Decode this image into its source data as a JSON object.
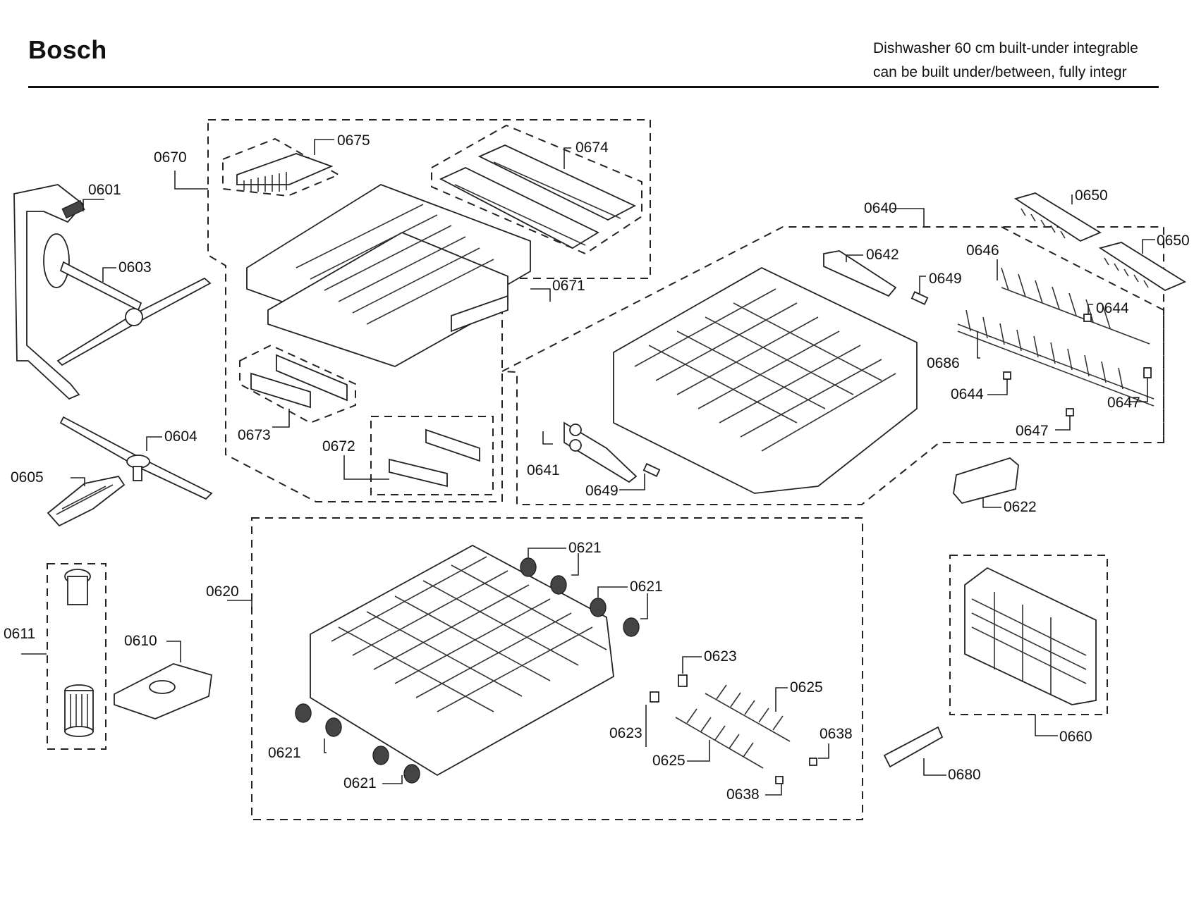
{
  "header": {
    "brand": "Bosch",
    "desc_line1": "Dishwasher 60 cm built-under integrable",
    "desc_line2": "can be built under/between, fully integr"
  },
  "labels": {
    "p0601": "0601",
    "p0603": "0603",
    "p0604": "0604",
    "p0605": "0605",
    "p0610": "0610",
    "p0611": "0611",
    "p0620": "0620",
    "p0621a": "0621",
    "p0621b": "0621",
    "p0621c": "0621",
    "p0621d": "0621",
    "p0622": "0622",
    "p0623a": "0623",
    "p0623b": "0623",
    "p0625a": "0625",
    "p0625b": "0625",
    "p0638a": "0638",
    "p0638b": "0638",
    "p0640": "0640",
    "p0641": "0641",
    "p0642": "0642",
    "p0644a": "0644",
    "p0644b": "0644",
    "p0646": "0646",
    "p0647a": "0647",
    "p0647b": "0647",
    "p0649a": "0649",
    "p0649b": "0649",
    "p0650a": "0650",
    "p0650b": "0650",
    "p0660": "0660",
    "p0670": "0670",
    "p0671": "0671",
    "p0672": "0672",
    "p0673": "0673",
    "p0674": "0674",
    "p0675": "0675",
    "p0680": "0680",
    "p0686": "0686"
  }
}
